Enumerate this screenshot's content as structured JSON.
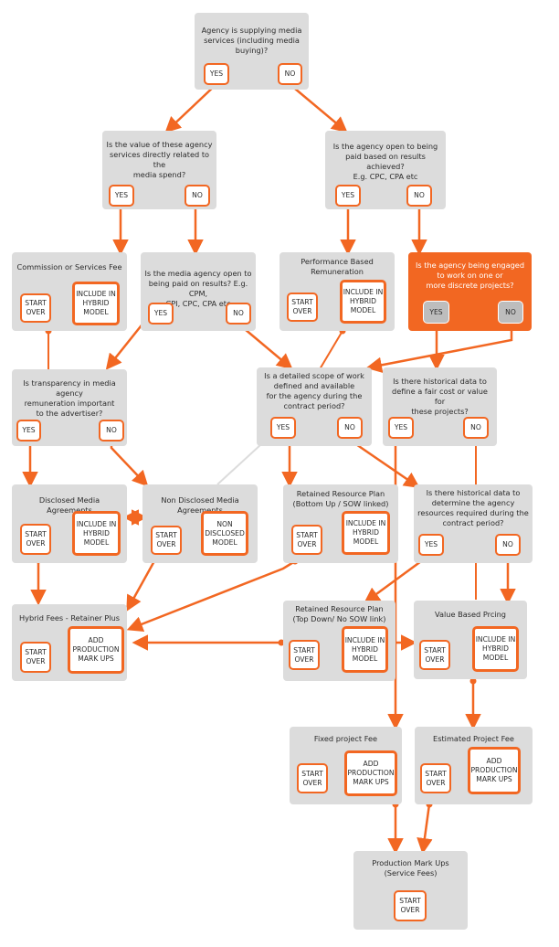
{
  "colors": {
    "accent": "#f26722",
    "box": "#dcdcdc",
    "highlight": "#f26722",
    "text": "#2b2b2b"
  },
  "labels": {
    "yes": "YES",
    "no": "NO",
    "start_over": "START\nOVER",
    "include_hybrid": "INCLUDE IN\nHYBRID\nMODEL",
    "add_production": "ADD\nPRODUCTION\nMARK UPS",
    "non_disclosed_model": "NON\nDISCLOSED\nMODEL"
  },
  "nodes": {
    "q_supplying": "Agency is supplying media\nservices (including media buying)?",
    "q_value_related": "Is the value of these agency\nservices directly related to the\nmedia spend?",
    "q_results_open": "Is the agency open to being\npaid based on results achieved?\nE.g. CPC, CPA etc",
    "commission": "Commission or Services Fee",
    "q_media_results": "Is the media agency open to\nbeing paid on results? E.g. CPM,\nCPI, CPC, CPA etc",
    "performance": "Performance Based\nRemuneration",
    "q_discrete": "Is the agency being engaged\nto work on one or\nmore discrete projects?",
    "q_transparency": "Is transparency in media agency\nremuneration important\nto the advertiser?",
    "q_scope": "Is a detailed scope of work\ndefined and available\nfor the agency during the\ncontract period?",
    "q_hist_cost": "Is there historical data to\ndefine a fair cost or value for\nthese projects?",
    "disclosed": "Disclosed Media Agreements",
    "non_disclosed": "Non Disclosed Media Agreements",
    "retained_bottom": "Retained Resource Plan\n(Bottom Up / SOW linked)",
    "q_hist_resources": "Is there historical data to\ndetermine the agency\nresources required during the\ncontract period?",
    "hybrid_retainer": "Hybrid Fees - Retainer Plus",
    "retained_top": "Retained Resource Plan\n(Top Down/ No SOW link)",
    "value_based": "Value Based Prcing",
    "fixed_project": "Fixed project Fee",
    "estimated_project": "Estimated Project Fee",
    "production_markups": "Production Mark Ups\n(Service Fees)"
  }
}
